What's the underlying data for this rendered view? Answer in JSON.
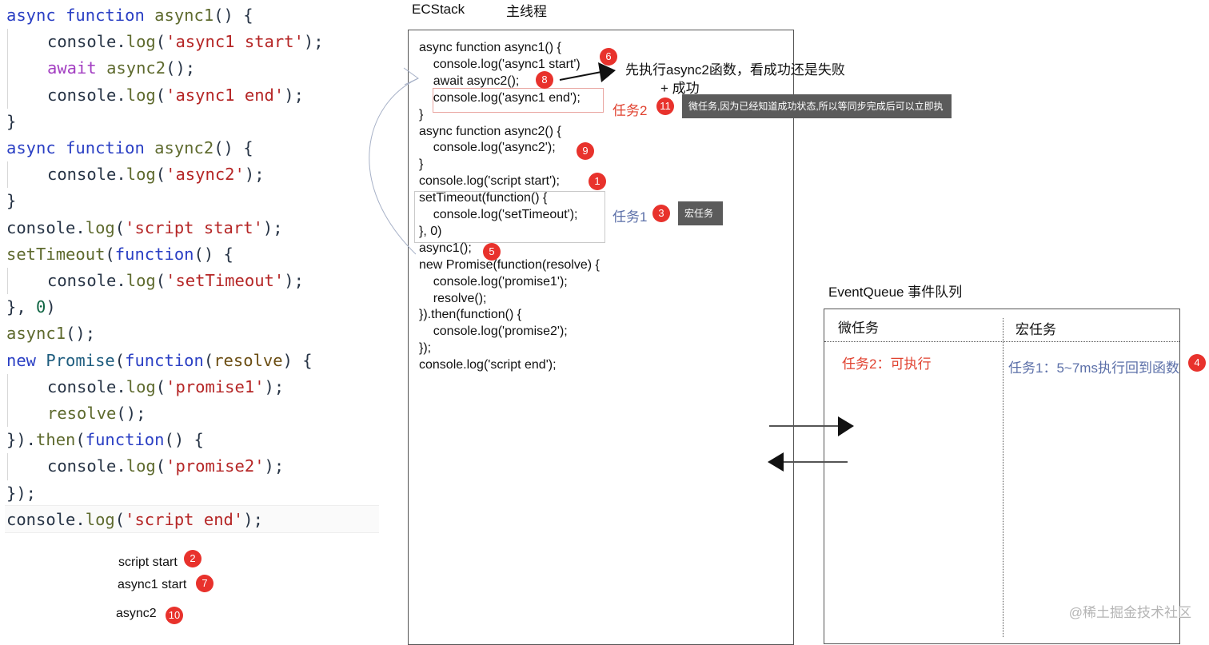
{
  "source_code": {
    "lines": [
      {
        "indent": false,
        "tokens": [
          {
            "c": "kw",
            "t": "async "
          },
          {
            "c": "kw",
            "t": "function "
          },
          {
            "c": "fn",
            "t": "async1"
          },
          {
            "c": "plain",
            "t": "() {"
          }
        ]
      },
      {
        "indent": true,
        "tokens": [
          {
            "c": "plain",
            "t": "console"
          },
          {
            "c": "plain",
            "t": "."
          },
          {
            "c": "fn",
            "t": "log"
          },
          {
            "c": "plain",
            "t": "("
          },
          {
            "c": "str",
            "t": "'async1 start'"
          },
          {
            "c": "plain",
            "t": ");"
          }
        ]
      },
      {
        "indent": true,
        "tokens": [
          {
            "c": "aw",
            "t": "await "
          },
          {
            "c": "fn",
            "t": "async2"
          },
          {
            "c": "plain",
            "t": "();"
          }
        ]
      },
      {
        "indent": true,
        "tokens": [
          {
            "c": "plain",
            "t": "console"
          },
          {
            "c": "plain",
            "t": "."
          },
          {
            "c": "fn",
            "t": "log"
          },
          {
            "c": "plain",
            "t": "("
          },
          {
            "c": "str",
            "t": "'async1 end'"
          },
          {
            "c": "plain",
            "t": ");"
          }
        ]
      },
      {
        "indent": false,
        "tokens": [
          {
            "c": "plain",
            "t": "}"
          }
        ]
      },
      {
        "indent": false,
        "tokens": [
          {
            "c": "kw",
            "t": "async "
          },
          {
            "c": "kw",
            "t": "function "
          },
          {
            "c": "fn",
            "t": "async2"
          },
          {
            "c": "plain",
            "t": "() {"
          }
        ]
      },
      {
        "indent": true,
        "tokens": [
          {
            "c": "plain",
            "t": "console"
          },
          {
            "c": "plain",
            "t": "."
          },
          {
            "c": "fn",
            "t": "log"
          },
          {
            "c": "plain",
            "t": "("
          },
          {
            "c": "str",
            "t": "'async2'"
          },
          {
            "c": "plain",
            "t": ");"
          }
        ]
      },
      {
        "indent": false,
        "tokens": [
          {
            "c": "plain",
            "t": "}"
          }
        ]
      },
      {
        "indent": false,
        "tokens": [
          {
            "c": "plain",
            "t": "console"
          },
          {
            "c": "plain",
            "t": "."
          },
          {
            "c": "fn",
            "t": "log"
          },
          {
            "c": "plain",
            "t": "("
          },
          {
            "c": "str",
            "t": "'script start'"
          },
          {
            "c": "plain",
            "t": ");"
          }
        ]
      },
      {
        "indent": false,
        "tokens": [
          {
            "c": "fn",
            "t": "setTimeout"
          },
          {
            "c": "plain",
            "t": "("
          },
          {
            "c": "kw",
            "t": "function"
          },
          {
            "c": "plain",
            "t": "() {"
          }
        ]
      },
      {
        "indent": true,
        "tokens": [
          {
            "c": "plain",
            "t": "console"
          },
          {
            "c": "plain",
            "t": "."
          },
          {
            "c": "fn",
            "t": "log"
          },
          {
            "c": "plain",
            "t": "("
          },
          {
            "c": "str",
            "t": "'setTimeout'"
          },
          {
            "c": "plain",
            "t": ");"
          }
        ]
      },
      {
        "indent": false,
        "tokens": [
          {
            "c": "plain",
            "t": "}, "
          },
          {
            "c": "num",
            "t": "0"
          },
          {
            "c": "plain",
            "t": ")"
          }
        ]
      },
      {
        "indent": false,
        "tokens": [
          {
            "c": "fn",
            "t": "async1"
          },
          {
            "c": "plain",
            "t": "();"
          }
        ]
      },
      {
        "indent": false,
        "tokens": [
          {
            "c": "kw",
            "t": "new "
          },
          {
            "c": "cls",
            "t": "Promise"
          },
          {
            "c": "plain",
            "t": "("
          },
          {
            "c": "kw",
            "t": "function"
          },
          {
            "c": "plain",
            "t": "("
          },
          {
            "c": "par",
            "t": "resolve"
          },
          {
            "c": "plain",
            "t": ") {"
          }
        ]
      },
      {
        "indent": true,
        "tokens": [
          {
            "c": "plain",
            "t": "console"
          },
          {
            "c": "plain",
            "t": "."
          },
          {
            "c": "fn",
            "t": "log"
          },
          {
            "c": "plain",
            "t": "("
          },
          {
            "c": "str",
            "t": "'promise1'"
          },
          {
            "c": "plain",
            "t": ");"
          }
        ]
      },
      {
        "indent": true,
        "tokens": [
          {
            "c": "rsv",
            "t": "resolve"
          },
          {
            "c": "plain",
            "t": "();"
          }
        ]
      },
      {
        "indent": false,
        "tokens": [
          {
            "c": "plain",
            "t": "})."
          },
          {
            "c": "fn",
            "t": "then"
          },
          {
            "c": "plain",
            "t": "("
          },
          {
            "c": "kw",
            "t": "function"
          },
          {
            "c": "plain",
            "t": "() {"
          }
        ]
      },
      {
        "indent": true,
        "tokens": [
          {
            "c": "plain",
            "t": "console"
          },
          {
            "c": "plain",
            "t": "."
          },
          {
            "c": "fn",
            "t": "log"
          },
          {
            "c": "plain",
            "t": "("
          },
          {
            "c": "str",
            "t": "'promise2'"
          },
          {
            "c": "plain",
            "t": ");"
          }
        ]
      },
      {
        "indent": false,
        "tokens": [
          {
            "c": "plain",
            "t": "});"
          }
        ]
      },
      {
        "indent": false,
        "tokens": [
          {
            "c": "plain",
            "t": "console"
          },
          {
            "c": "plain",
            "t": "."
          },
          {
            "c": "fn",
            "t": "log"
          },
          {
            "c": "plain",
            "t": "("
          },
          {
            "c": "str",
            "t": "'script end'"
          },
          {
            "c": "plain",
            "t": ");"
          }
        ]
      }
    ]
  },
  "console_output": {
    "line1": "script start",
    "badge1": "2",
    "line2": "async1 start",
    "badge2": "7",
    "line3": "async2",
    "badge3": "10"
  },
  "ecstack": {
    "header": "ECStack",
    "thread_label": "主线程",
    "lines": [
      "async function async1() {",
      "    console.log('async1 start')",
      "    await async2();",
      "    console.log('async1 end');",
      "}",
      "async function async2() {",
      "    console.log('async2');",
      "}",
      "console.log('script start');",
      "setTimeout(function() {",
      "    console.log('setTimeout');",
      "}, 0)",
      "async1();",
      "new Promise(function(resolve) {",
      "    console.log('promise1');",
      "    resolve();",
      "}).then(function() {",
      "    console.log('promise2');",
      "});",
      "console.log('script end');"
    ],
    "badges": {
      "start_log": "6",
      "await": "8",
      "end_log": "11",
      "async2_log": "9",
      "script_start": "1",
      "timeout": "3",
      "async1_call": "5"
    },
    "task2_label": "任务2",
    "task2_tooltip": "微任务,因为已经知道成功状态,所以等同步完成后可以立即执行",
    "task1_label": "任务1",
    "task1_tooltip": "宏任务",
    "note_line1": "先执行async2函数，看成功还是失败",
    "note_line2": "+ 成功"
  },
  "event_queue": {
    "header": "EventQueue 事件队列",
    "micro_header": "微任务",
    "macro_header": "宏任务",
    "micro_item": "任务2：可执行",
    "macro_item": "任务1：5~7ms执行回到函数",
    "macro_badge": "4"
  },
  "watermark": "@稀土掘金技术社区",
  "colors": {
    "badge": "#e8322c",
    "task_red": "#e0412f",
    "task_blue": "#5b6fa8",
    "keyword": "#2a3fc4",
    "string": "#b52525"
  }
}
